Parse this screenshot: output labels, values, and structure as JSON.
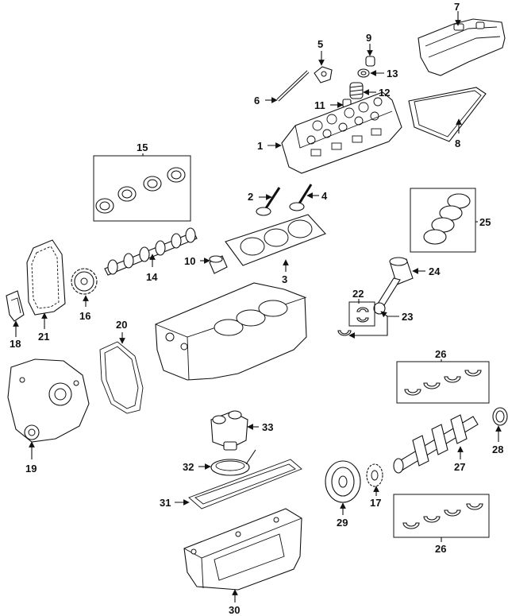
{
  "callouts": {
    "c1": "1",
    "c2": "2",
    "c3": "3",
    "c4": "4",
    "c5": "5",
    "c6": "6",
    "c7": "7",
    "c8": "8",
    "c9": "9",
    "c10": "10",
    "c11": "11",
    "c12": "12",
    "c13": "13",
    "c14": "14",
    "c15": "15",
    "c16": "16",
    "c17": "17",
    "c18": "18",
    "c19": "19",
    "c20": "20",
    "c21": "21",
    "c22": "22",
    "c23": "23",
    "c24": "24",
    "c25": "25",
    "c26a": "26",
    "c26b": "26",
    "c27": "27",
    "c28": "28",
    "c29": "29",
    "c30": "30",
    "c31": "31",
    "c32": "32",
    "c33": "33"
  }
}
